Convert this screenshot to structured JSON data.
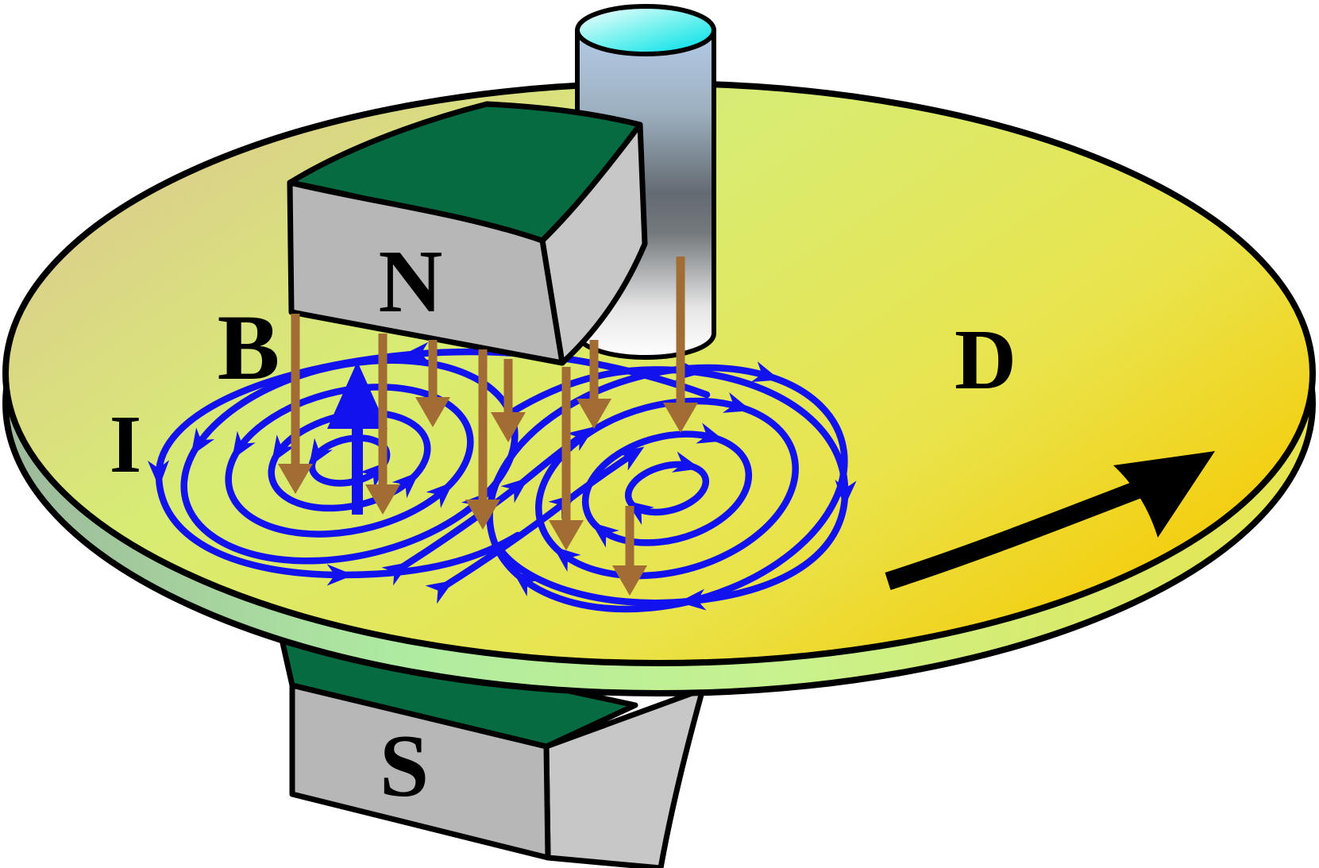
{
  "diagram": {
    "type": "eddy-current-braking-disc",
    "labels": {
      "magnetic_field": "B",
      "eddy_current": "I",
      "north_pole": "N",
      "south_pole": "S",
      "disc": "D"
    },
    "colors": {
      "field_arrow": "#a26c35",
      "eddy_current": "#1212ee",
      "magnet_pole_top": "#076b41",
      "magnet_front": "#b7b7b7",
      "magnet_side": "#c7c7c7",
      "disc_tan": "#dcc990",
      "disc_green": "#d8ec74",
      "disc_gold": "#f6c900",
      "rim_green": "#aeeba1",
      "axle_cyan": "#00dfe8",
      "outline": "#000000",
      "rotation_arrow": "#000000"
    }
  }
}
